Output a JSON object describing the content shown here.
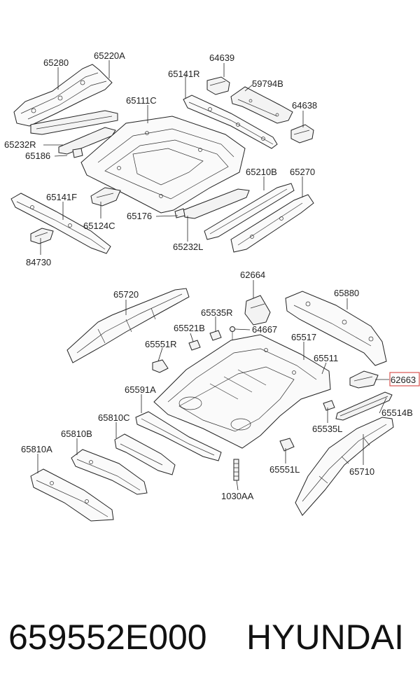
{
  "labels": {
    "l65280": "65280",
    "l65220A": "65220A",
    "l64639": "64639",
    "l65141R": "65141R",
    "l59794B": "59794B",
    "l65111C": "65111C",
    "l64638": "64638",
    "l65232R": "65232R",
    "l65186": "65186",
    "l65210B": "65210B",
    "l65270": "65270",
    "l65141F": "65141F",
    "l65124C": "65124C",
    "l65176": "65176",
    "l65232L": "65232L",
    "l84730": "84730",
    "l62664": "62664",
    "l65720": "65720",
    "l65880": "65880",
    "l65535R": "65535R",
    "l65521B": "65521B",
    "l64667": "64667",
    "l65551R": "65551R",
    "l65517": "65517",
    "l65511": "65511",
    "l62663": "62663",
    "l65591A": "65591A",
    "l65514B": "65514B",
    "l65810C": "65810C",
    "l65535L": "65535L",
    "l65810B": "65810B",
    "l65810A": "65810A",
    "l65551L": "65551L",
    "l65710": "65710",
    "l1030AA": "1030AA"
  },
  "footer": {
    "part_number": "659552E000",
    "brand": "HYUNDAI"
  },
  "colors": {
    "highlight": "#d9534f",
    "ink": "#222222"
  }
}
